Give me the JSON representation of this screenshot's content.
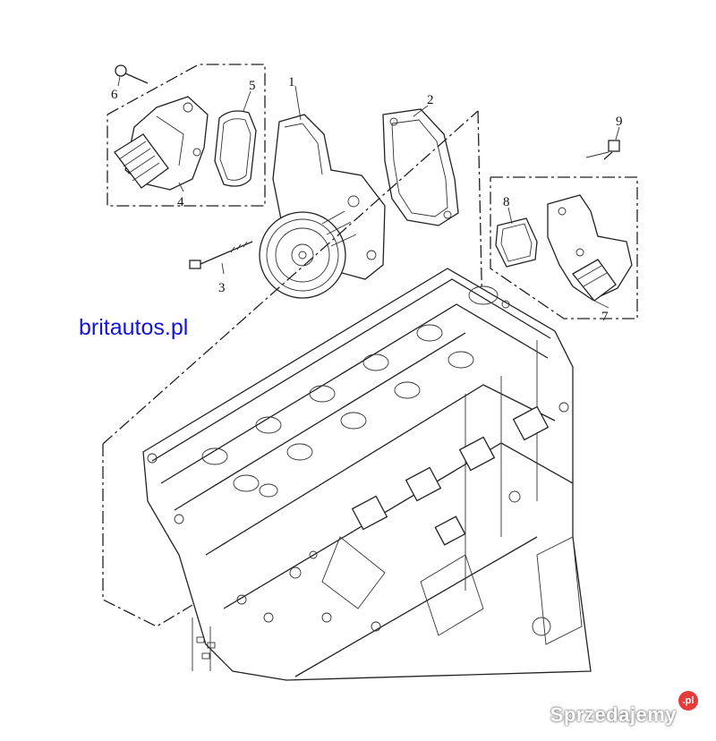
{
  "brand_text": "britautos.pl",
  "watermark": {
    "text": "Sprzedajemy",
    "badge": ".pl"
  },
  "callouts": [
    "1",
    "2",
    "3",
    "4",
    "5",
    "6",
    "7",
    "8",
    "9"
  ]
}
